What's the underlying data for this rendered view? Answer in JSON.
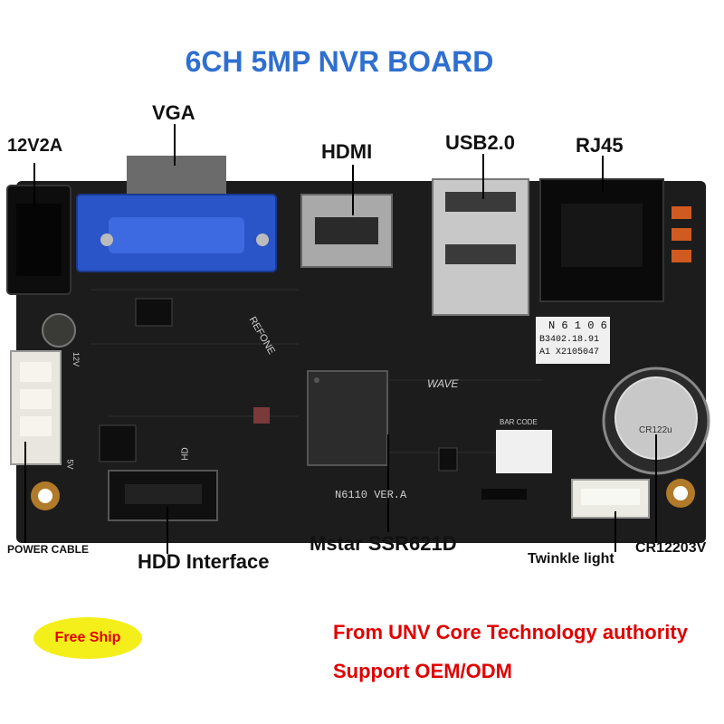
{
  "title": "6CH 5MP NVR BOARD",
  "labels": {
    "power": "12V2A",
    "vga": "VGA",
    "hdmi": "HDMI",
    "usb": "USB2.0",
    "rj45": "RJ45",
    "power_cable": "POWER CABLE",
    "hdd": "HDD Interface",
    "chip": "Mstar SSR621D",
    "twinkle": "Twinkle light",
    "battery": "CR12203V"
  },
  "board_text": {
    "sticker_line1": "N 6 1 0 6",
    "sticker_line2": "B3402.18.91",
    "sticker_line3": "A1 X2105047",
    "version": "N6110 VER.A",
    "brand_left": "REFONE",
    "brand_right": "WAVE",
    "battery_text": "CR122u",
    "barcode": "BAR CODE",
    "hd_mark": "HD",
    "v12_mark": "12V",
    "v5_mark": "5V"
  },
  "badges": {
    "free_ship": "Free Ship"
  },
  "promo": {
    "line1": "From UNV Core Technology authority",
    "line2": "Support OEM/ODM"
  },
  "colors": {
    "title": "#2f6fd0",
    "promo": "#e00000",
    "badge_bg": "#f4ef1a",
    "vga_connector": "#2a55c8",
    "board": "#1c1c1c"
  }
}
